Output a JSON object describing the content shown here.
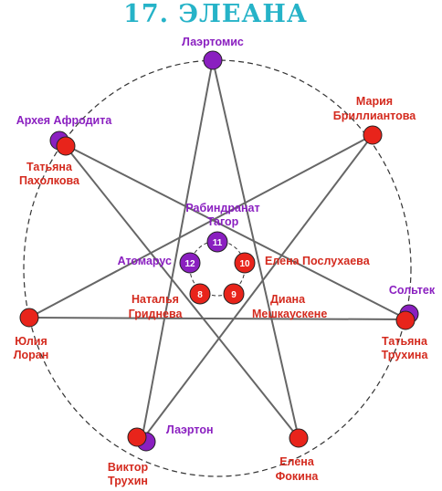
{
  "title": "17. ЭЛЕАНА",
  "colors": {
    "red": "#e8241b",
    "purple": "#8a1fc0",
    "red_text": "#d42a1e",
    "purple_text": "#8a1fc0",
    "line": "#666666",
    "title": "#26b3c8"
  },
  "outer_nodes": {
    "top": {
      "labels": [
        "Лаэртомис"
      ]
    },
    "upper_left": {
      "purple_labels": [
        "Архея Афродита"
      ],
      "red_labels": [
        "Татьяна",
        "Пахолкова"
      ]
    },
    "upper_right": {
      "red_labels": [
        "Мария",
        "Бриллиантова"
      ]
    },
    "left": {
      "red_labels": [
        "Юлия",
        "Лоран"
      ]
    },
    "right": {
      "purple_labels": [
        "Сольтек"
      ],
      "red_labels": [
        "Татьяна",
        "Трухина"
      ]
    },
    "bottom_left": {
      "purple_labels": [
        "Лаэртон"
      ],
      "red_labels": [
        "Виктор",
        "Трухин"
      ]
    },
    "bottom_right": {
      "red_labels": [
        "Елена",
        "Фокина"
      ]
    }
  },
  "inner_nodes": [
    {
      "number": "11",
      "labels": [
        "Рабиндранат",
        "Тагор"
      ]
    },
    {
      "number": "10",
      "labels": [
        "Елена Послухаева"
      ]
    },
    {
      "number": "9",
      "labels": [
        "Диана",
        "Мешкаускене"
      ]
    },
    {
      "number": "8",
      "labels": [
        "Наталья",
        "Гриднева"
      ]
    },
    {
      "number": "12",
      "labels": [
        "Атомарус"
      ]
    }
  ]
}
